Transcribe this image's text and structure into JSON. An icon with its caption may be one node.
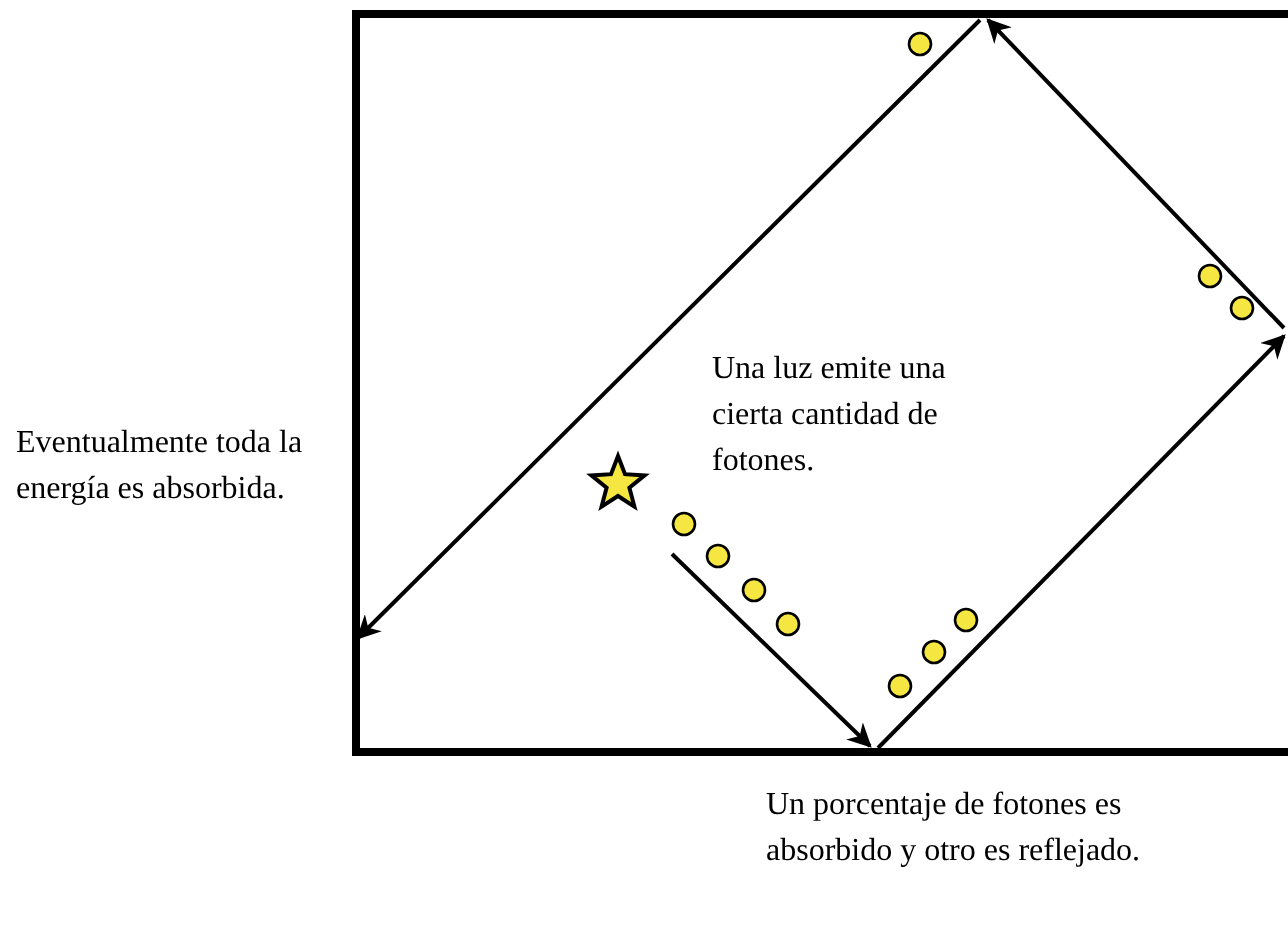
{
  "diagram": {
    "labels": [
      "Una luz emite una cierta cantidad de fotones.",
      "Eventualmente toda la energía es absorbida.",
      "Un porcentaje de fotones es absorbido y otro es reflejado."
    ]
  }
}
